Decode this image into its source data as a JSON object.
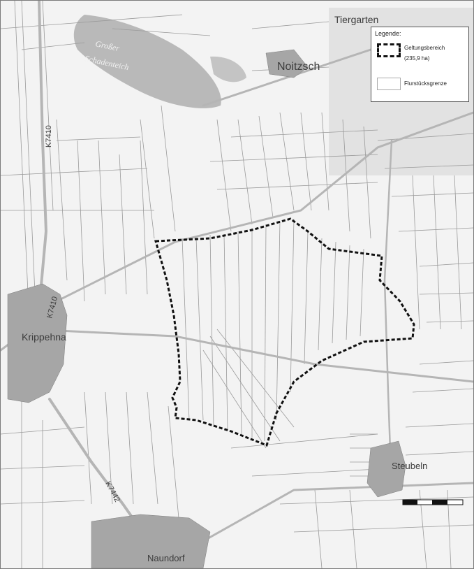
{
  "map": {
    "places": {
      "tiergarten": "Tiergarten",
      "noitzsch": "Noitzsch",
      "kruppehna": "Krippehna",
      "steubeln": "Steubeln",
      "naundorf": "Naundorf"
    },
    "water": {
      "line1": "Großer",
      "line2": "Schadenteich"
    },
    "roads": {
      "k7410_a": "K7410",
      "k7410_b": "K7410",
      "k7442": "K7442"
    }
  },
  "legend": {
    "title": "Legende:",
    "items": [
      {
        "label": "Geltungsbereich",
        "sublabel": "(235,9 ha)"
      },
      {
        "label": "Flurstücksgrenze"
      }
    ]
  },
  "colors": {
    "background": "#efefef",
    "settlement": "#a6a6a6",
    "water": "#b9b9b9",
    "boundary": "#111111",
    "parcel_line": "#9a9a9a"
  }
}
